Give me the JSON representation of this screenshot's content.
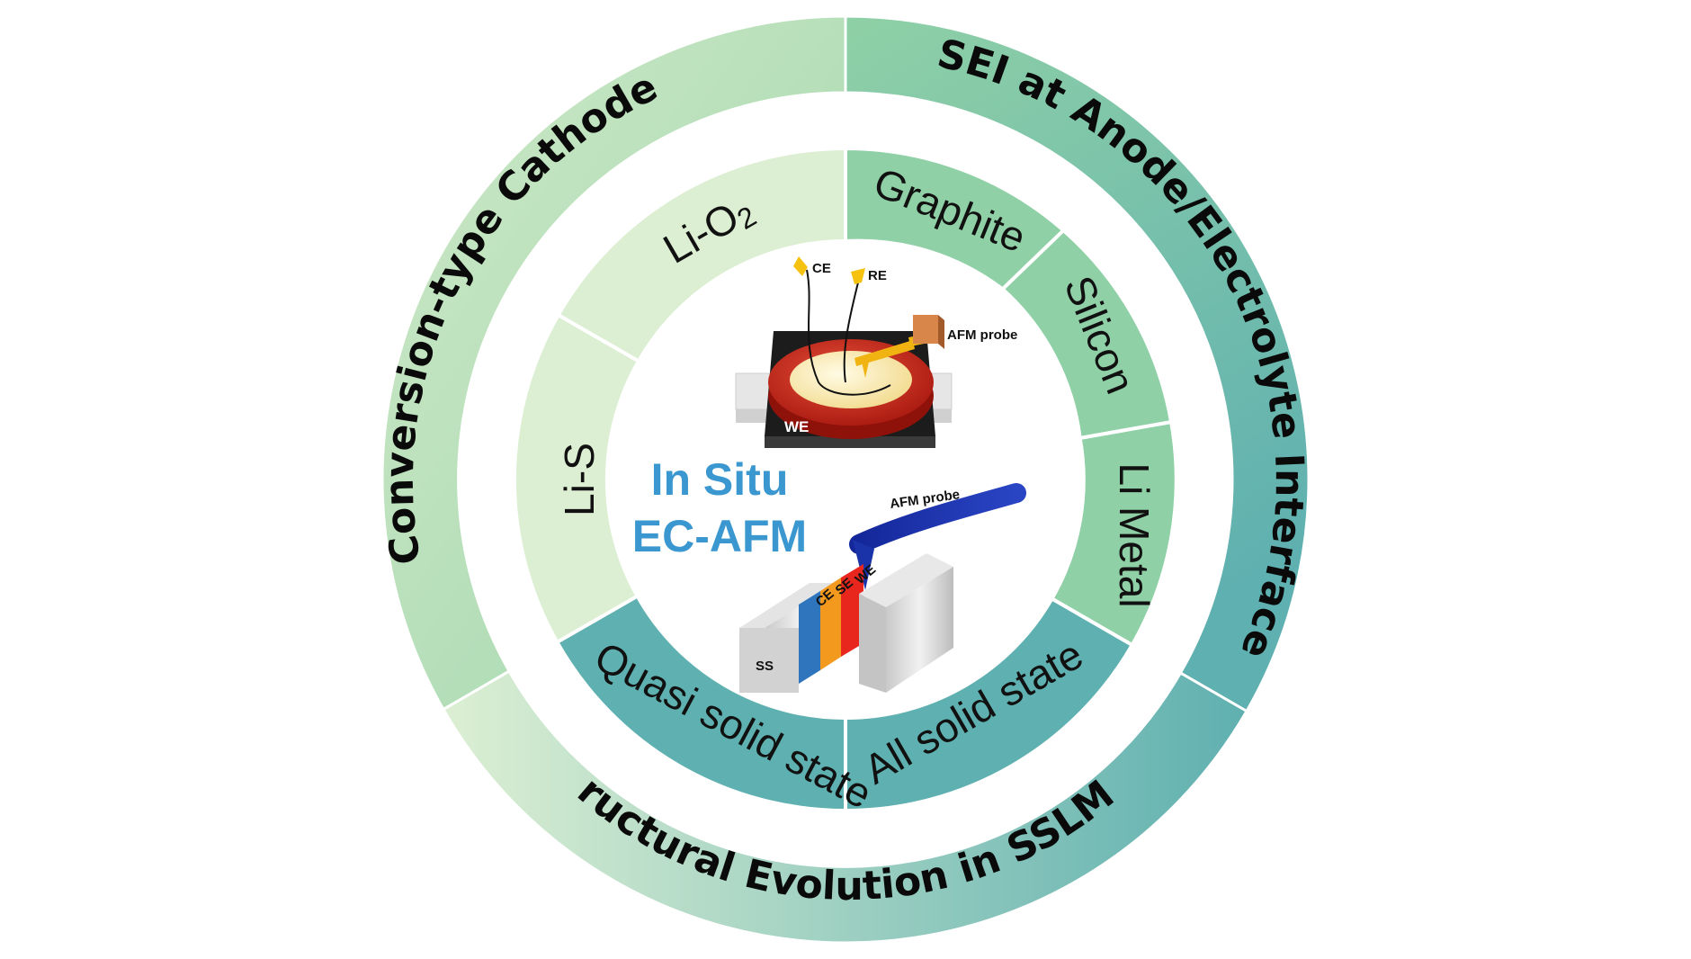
{
  "outer_ring": {
    "conversion_cathode": "Conversion-type Cathode",
    "sei": "SEI at Anode/Electrolyte Interface",
    "structural": "Structural Evolution in SSLMBs"
  },
  "inner_ring": {
    "li_o2": "Li-O",
    "li_o2_sub": "2",
    "li_s": "Li-S",
    "graphite": "Graphite",
    "silicon": "Silicon",
    "li_metal": "Li Metal",
    "quasi": "Quasi solid state",
    "all_solid": "All solid state"
  },
  "center": {
    "title_line1": "In Situ",
    "title_line2": "EC-AFM",
    "ce": "CE",
    "re": "RE",
    "afm_probe_top": "AFM probe",
    "we_top": "WE",
    "afm_probe_bottom": "AFM probe",
    "ss": "SS",
    "ce_layer": "CE",
    "se_layer": "SE",
    "we_layer": "WE"
  },
  "colors": {
    "light_green": "#dcefd3",
    "mid_green": "#8fd0a6",
    "teal": "#5fb0b0",
    "center_title": "#3a97cf",
    "we_cell_red": "#c91a12",
    "probe_blue": "#1b33a8",
    "layer_blue": "#2e75bd",
    "layer_orange": "#f39a1e",
    "layer_red": "#e8261d"
  }
}
